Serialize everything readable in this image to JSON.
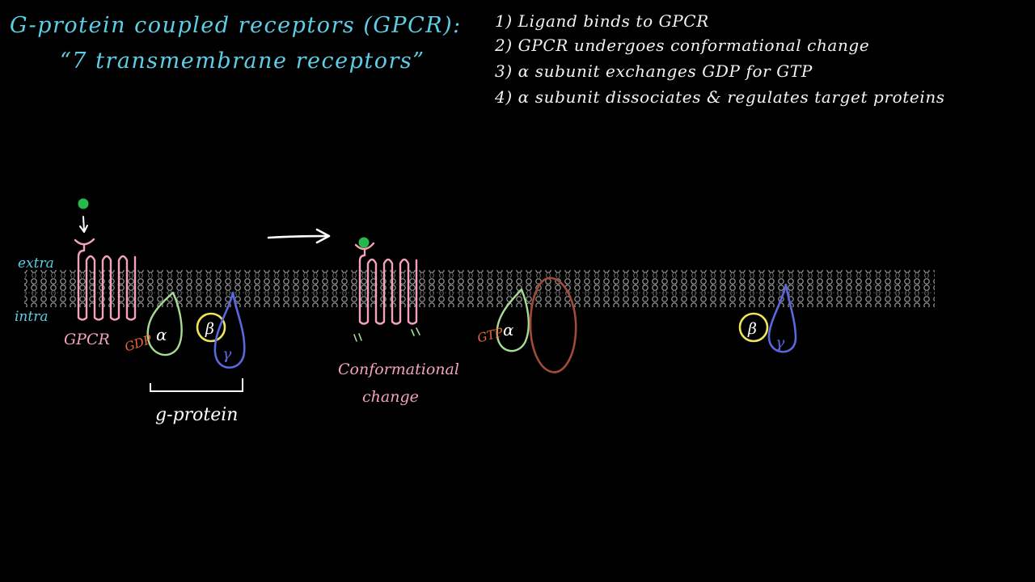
{
  "title": {
    "line1": "G-protein coupled receptors (GPCR):",
    "line2": "“7 transmembrane receptors”"
  },
  "steps": [
    "1) Ligand binds to GPCR",
    "2) GPCR undergoes conformational change",
    "3) α subunit exchanges GDP for GTP",
    "4) α subunit dissociates & regulates target proteins"
  ],
  "labels": {
    "extra": "extra",
    "intra": "intra",
    "gpcr": "GPCR",
    "gdp": "GDP",
    "gtp": "GTP",
    "alpha": "α",
    "beta": "β",
    "gamma": "γ",
    "g_protein": "g-protein",
    "conformational_1": "Conformational",
    "conformational_2": "change"
  },
  "colors": {
    "background": "#000000",
    "title": "#5ccfe6",
    "steps": "#f4f4f4",
    "membrane": "#9a9a9a",
    "receptor": "#f2a3b8",
    "ligand": "#27b84a",
    "alpha": "#a6dd93",
    "beta": "#efe55a",
    "gamma": "#5a67dd",
    "nucleotide": "#f26b3a",
    "target_protein": "#a14a3a",
    "arrow": "#ffffff"
  }
}
